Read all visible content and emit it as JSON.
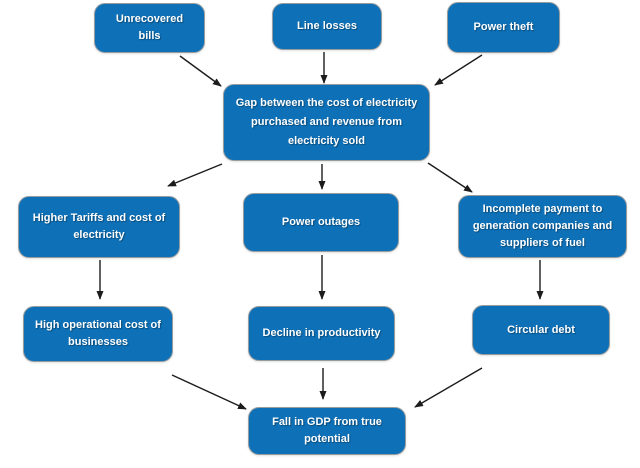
{
  "diagram": {
    "type": "flowchart",
    "background": "#ffffff"
  },
  "colors": {
    "node_fill": "#0E71B8",
    "node_border": "#979C9E",
    "node_text": "#FFFFFF",
    "arrow": "#1C1C1C"
  },
  "nodes": {
    "unrecovered_bills": "Unrecovered bills",
    "line_losses": "Line losses",
    "power_theft": "Power theft",
    "gap": "Gap between the cost of electricity purchased and revenue from electricity sold",
    "higher_tariffs": "Higher Tariffs and cost of electricity",
    "power_outages": "Power outages",
    "incomplete_payment": "Incomplete payment to generation companies and suppliers of fuel",
    "high_operational_cost": "High operational cost of businesses",
    "decline_productivity": "Decline in productivity",
    "circular_debt": "Circular debt",
    "fall_gdp": "Fall in GDP from true potential"
  },
  "edges": [
    {
      "from": "unrecovered_bills",
      "to": "gap"
    },
    {
      "from": "line_losses",
      "to": "gap"
    },
    {
      "from": "power_theft",
      "to": "gap"
    },
    {
      "from": "gap",
      "to": "higher_tariffs"
    },
    {
      "from": "gap",
      "to": "power_outages"
    },
    {
      "from": "gap",
      "to": "incomplete_payment"
    },
    {
      "from": "higher_tariffs",
      "to": "high_operational_cost"
    },
    {
      "from": "power_outages",
      "to": "decline_productivity"
    },
    {
      "from": "incomplete_payment",
      "to": "circular_debt"
    },
    {
      "from": "high_operational_cost",
      "to": "fall_gdp"
    },
    {
      "from": "decline_productivity",
      "to": "fall_gdp"
    },
    {
      "from": "circular_debt",
      "to": "fall_gdp"
    }
  ]
}
